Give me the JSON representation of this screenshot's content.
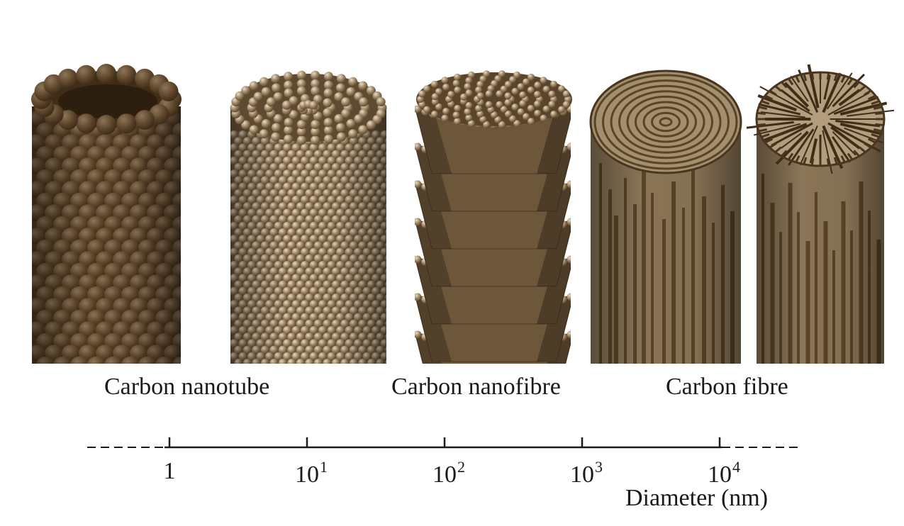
{
  "structures": [
    {
      "name": "nanotube-single",
      "style": "atoms-large"
    },
    {
      "name": "nanotube-multi",
      "style": "atoms-small"
    },
    {
      "name": "nanofibre-stacked-cone",
      "style": "cones"
    },
    {
      "name": "carbon-fibre-concentric",
      "style": "concentric"
    },
    {
      "name": "carbon-fibre-radial",
      "style": "radial"
    }
  ],
  "labels": {
    "nanotube": "Carbon nanotube",
    "nanofibre": "Carbon nanofibre",
    "fibre": "Carbon fibre"
  },
  "axis": {
    "title": "Diameter (nm)",
    "scale": "log",
    "ticks": [
      {
        "value": 1,
        "base": "1",
        "exp": ""
      },
      {
        "value": 10,
        "base": "10",
        "exp": "1"
      },
      {
        "value": 100,
        "base": "10",
        "exp": "2"
      },
      {
        "value": 1000,
        "base": "10",
        "exp": "3"
      },
      {
        "value": 10000,
        "base": "10",
        "exp": "4"
      }
    ]
  },
  "colors": {
    "background": "#f0ebe5",
    "atom_dark": "#4a3620",
    "atom_mid": "#7a6347",
    "atom_light": "#c9b89f",
    "fibre_base": "#8a7556",
    "fibre_dark": "#4e3b22",
    "axis": "#1a1a1a"
  }
}
